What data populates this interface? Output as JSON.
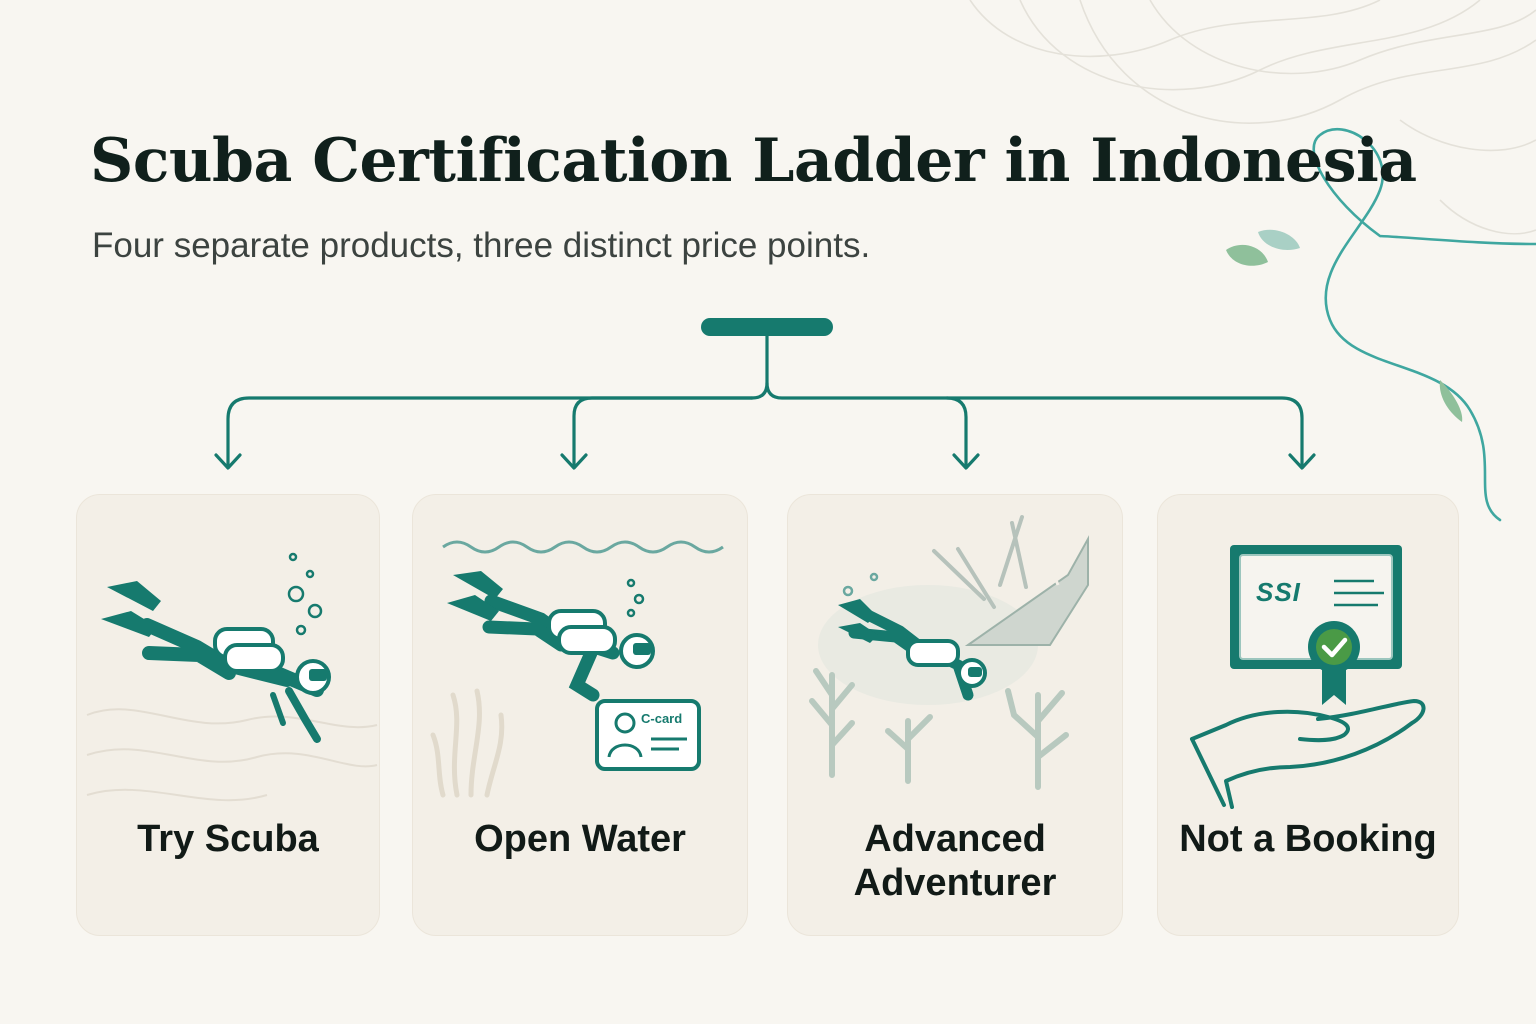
{
  "title": "Scuba Certification Ladder in Indonesia",
  "subtitle": "Four separate products, three distinct price points.",
  "colors": {
    "accent": "#167a6e",
    "background": "#f8f6f1",
    "card": "#f3efe7",
    "badge_green": "#4a9a46"
  },
  "cards": [
    {
      "label": "Try Scuba",
      "icon": "diver-icon"
    },
    {
      "label": "Open Water",
      "icon": "diver-with-c-card-icon",
      "card_text": "C-card"
    },
    {
      "label": "Advanced Adventurer",
      "icon": "diver-over-wreck-icon"
    },
    {
      "label": "Not a Booking",
      "icon": "certificate-in-hand-icon",
      "certificate_text": "SSI"
    }
  ]
}
